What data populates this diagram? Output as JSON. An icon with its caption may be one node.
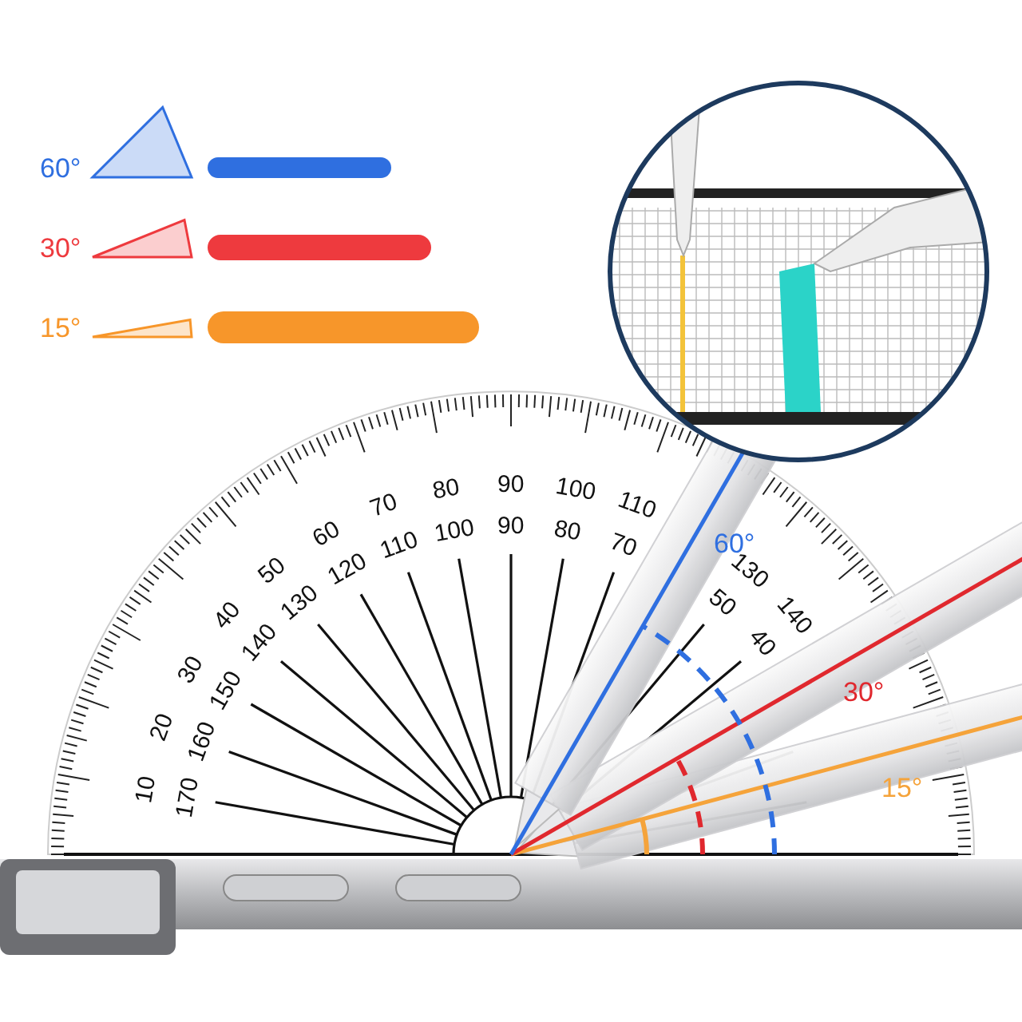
{
  "diagram": {
    "labels": [
      "10",
      "20",
      "30",
      "40",
      "50",
      "60",
      "70",
      "80",
      "90",
      "100",
      "110",
      "130",
      "140",
      "170",
      "160",
      "150",
      "140",
      "130",
      "120",
      "110",
      "100",
      "90",
      "80",
      "70",
      "50",
      "40",
      "60°",
      "30°",
      "15°"
    ],
    "legend": [
      {
        "text": "60°",
        "color": "#2f6fe0"
      },
      {
        "text": "30°",
        "color": "#ee3a3e"
      },
      {
        "text": "15°",
        "color": "#f7962a"
      }
    ]
  }
}
